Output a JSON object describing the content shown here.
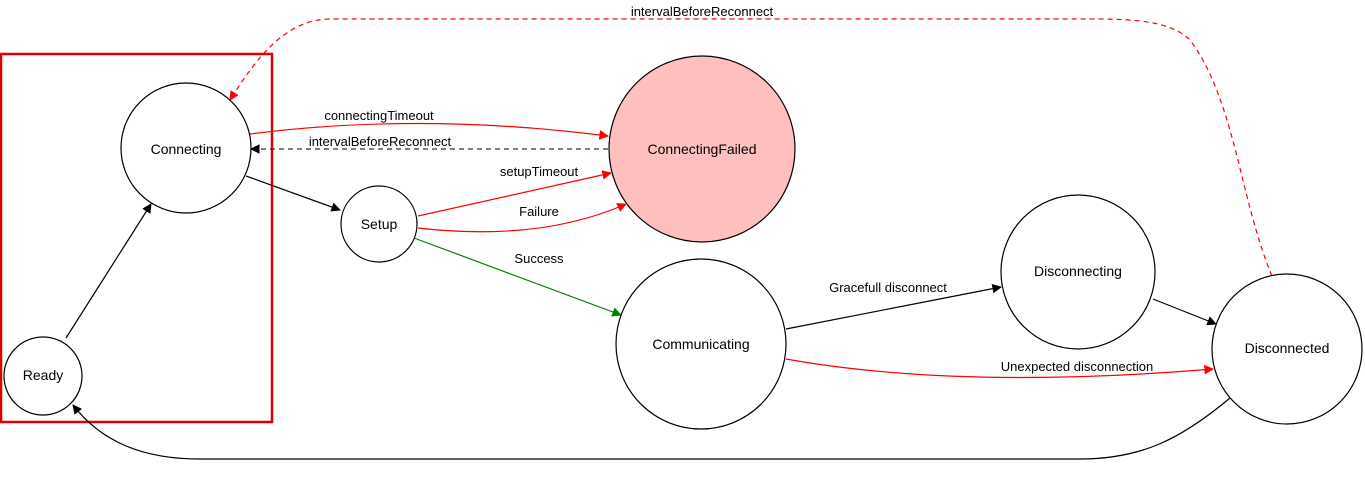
{
  "colors": {
    "stroke": "#000000",
    "red": "#ff0000",
    "green": "#008000",
    "highlight_box": "#e00000",
    "failed_fill": "#ffbfbf",
    "node_fill": "#ffffff"
  },
  "nodes": {
    "ready": "Ready",
    "connecting": "Connecting",
    "setup": "Setup",
    "connecting_failed": "ConnectingFailed",
    "communicating": "Communicating",
    "disconnecting": "Disconnecting",
    "disconnected": "Disconnected"
  },
  "edges": {
    "connecting_timeout": "connectingTimeout",
    "interval_before_reconnect_short": "intervalBeforeReconnect",
    "interval_before_reconnect_long": "intervalBeforeReconnect",
    "setup_timeout": "setupTimeout",
    "failure": "Failure",
    "success": "Success",
    "gracefull_disconnect": "Gracefull disconnect",
    "unexpected_disconnection": "Unexpected disconnection"
  }
}
